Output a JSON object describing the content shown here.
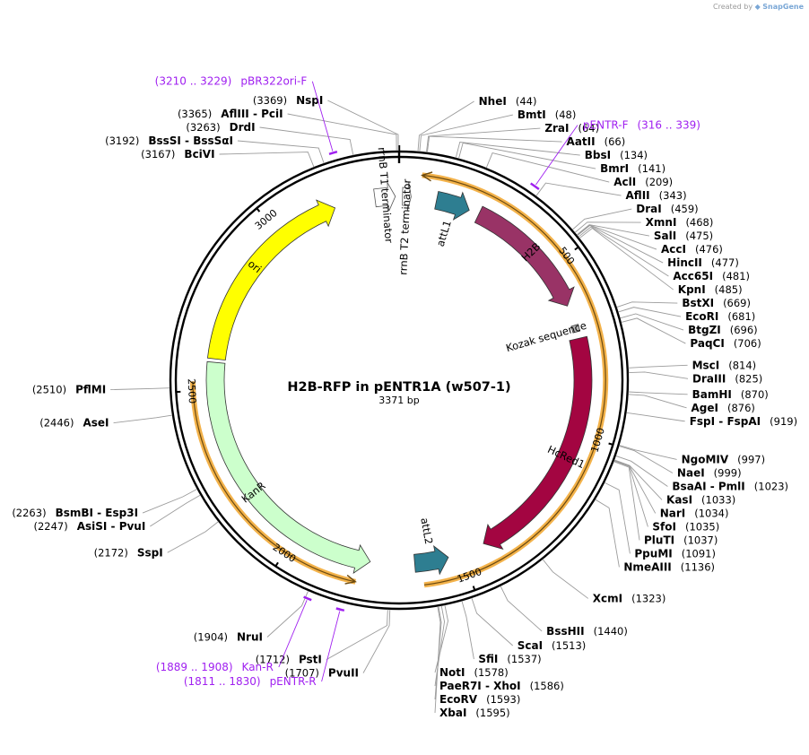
{
  "credit": {
    "prefix": "Created by",
    "brand": "SnapGene"
  },
  "plasmid": {
    "name": "H2B-RFP in pENTR1A (w507-1)",
    "length_label": "3371 bp",
    "length": 3371
  },
  "ticks": [
    {
      "label": "500",
      "pos": 500
    },
    {
      "label": "1000",
      "pos": 1000
    },
    {
      "label": "1500",
      "pos": 1500
    },
    {
      "label": "2000",
      "pos": 2000
    },
    {
      "label": "2500",
      "pos": 2500
    },
    {
      "label": "3000",
      "pos": 3000
    }
  ],
  "features": [
    {
      "name": "ori",
      "start": 2590,
      "end": 3180,
      "dir": "cw",
      "color": "#ffff00",
      "text_on_arrow": true,
      "text_color": "#000000"
    },
    {
      "name": "rrnB T1 terminator",
      "start": 3300,
      "end": 3360,
      "dir": "cw",
      "color": "#ffffff",
      "text_on_arrow": false
    },
    {
      "name": "rrnB T2 terminator",
      "start": 10,
      "end": 35,
      "dir": "cw",
      "color": "#ffffff",
      "text_on_arrow": false
    },
    {
      "name": "attL1",
      "start": 110,
      "end": 210,
      "dir": "cw",
      "color": "#2e7e91",
      "text_on_arrow": false
    },
    {
      "name": "H2B",
      "start": 240,
      "end": 620,
      "dir": "cw",
      "color": "#993366",
      "text_on_arrow": true,
      "text_color": "#ffffff"
    },
    {
      "name": "Kozak sequence",
      "start": 680,
      "end": 700,
      "dir": "none",
      "color": "#b4b4b4",
      "text_on_arrow": false
    },
    {
      "name": "HcRed1",
      "start": 720,
      "end": 1430,
      "dir": "cw",
      "color": "#a30541",
      "text_on_arrow": true,
      "text_color": "#ffffff"
    },
    {
      "name": "attL2",
      "start": 1540,
      "end": 1640,
      "dir": "ccw",
      "color": "#2e7e91",
      "text_on_arrow": false
    },
    {
      "name": "KanR",
      "start": 1770,
      "end": 2580,
      "dir": "ccw",
      "color": "#ccffcc",
      "text_on_arrow": true,
      "text_color": "#000000"
    }
  ],
  "orange_arcs": [
    {
      "start": 60,
      "end": 1620,
      "dir": "ccw"
    },
    {
      "start": 1800,
      "end": 2525,
      "dir": "ccw"
    }
  ],
  "sites": [
    {
      "name": "NspI",
      "pos_label": "(3369)",
      "pos": 3369
    },
    {
      "name": "AflIII  -  PciI",
      "pos_label": "(3365)",
      "pos": 3365
    },
    {
      "name": "DrdI",
      "pos_label": "(3263)",
      "pos": 3263
    },
    {
      "name": "BssSI  -  BssSαI",
      "pos_label": "(3192)",
      "pos": 3192
    },
    {
      "name": "BciVI",
      "pos_label": "(3167)",
      "pos": 3167
    },
    {
      "name": "NheI",
      "pos_label": "(44)",
      "pos": 44
    },
    {
      "name": "BmtI",
      "pos_label": "(48)",
      "pos": 48
    },
    {
      "name": "ZraI",
      "pos_label": "(64)",
      "pos": 64
    },
    {
      "name": "AatII",
      "pos_label": "(66)",
      "pos": 66
    },
    {
      "name": "BbsI",
      "pos_label": "(134)",
      "pos": 134
    },
    {
      "name": "BmrI",
      "pos_label": "(141)",
      "pos": 141
    },
    {
      "name": "AclI",
      "pos_label": "(209)",
      "pos": 209
    },
    {
      "name": "AflII",
      "pos_label": "(343)",
      "pos": 343
    },
    {
      "name": "DraI",
      "pos_label": "(459)",
      "pos": 459
    },
    {
      "name": "XmnI",
      "pos_label": "(468)",
      "pos": 468
    },
    {
      "name": "SalI",
      "pos_label": "(475)",
      "pos": 475
    },
    {
      "name": "AccI",
      "pos_label": "(476)",
      "pos": 476
    },
    {
      "name": "HincII",
      "pos_label": "(477)",
      "pos": 477
    },
    {
      "name": "Acc65I",
      "pos_label": "(481)",
      "pos": 481
    },
    {
      "name": "KpnI",
      "pos_label": "(485)",
      "pos": 485
    },
    {
      "name": "BstXI",
      "pos_label": "(669)",
      "pos": 669
    },
    {
      "name": "EcoRI",
      "pos_label": "(681)",
      "pos": 681
    },
    {
      "name": "BtgZI",
      "pos_label": "(696)",
      "pos": 696
    },
    {
      "name": "PaqCI",
      "pos_label": "(706)",
      "pos": 706
    },
    {
      "name": "MscI",
      "pos_label": "(814)",
      "pos": 814
    },
    {
      "name": "DraIII",
      "pos_label": "(825)",
      "pos": 825
    },
    {
      "name": "BamHI",
      "pos_label": "(870)",
      "pos": 870
    },
    {
      "name": "AgeI",
      "pos_label": "(876)",
      "pos": 876
    },
    {
      "name": "FspI  -  FspAI",
      "pos_label": "(919)",
      "pos": 919
    },
    {
      "name": "NgoMIV",
      "pos_label": "(997)",
      "pos": 997
    },
    {
      "name": "NaeI",
      "pos_label": "(999)",
      "pos": 999
    },
    {
      "name": "BsaAI  -  PmlI",
      "pos_label": "(1023)",
      "pos": 1023
    },
    {
      "name": "KasI",
      "pos_label": "(1033)",
      "pos": 1033
    },
    {
      "name": "NarI",
      "pos_label": "(1034)",
      "pos": 1034
    },
    {
      "name": "SfoI",
      "pos_label": "(1035)",
      "pos": 1035
    },
    {
      "name": "PluTI",
      "pos_label": "(1037)",
      "pos": 1037
    },
    {
      "name": "PpuMI",
      "pos_label": "(1091)",
      "pos": 1091
    },
    {
      "name": "NmeAIII",
      "pos_label": "(1136)",
      "pos": 1136
    },
    {
      "name": "XcmI",
      "pos_label": "(1323)",
      "pos": 1323
    },
    {
      "name": "BssHII",
      "pos_label": "(1440)",
      "pos": 1440
    },
    {
      "name": "ScaI",
      "pos_label": "(1513)",
      "pos": 1513
    },
    {
      "name": "SfiI",
      "pos_label": "(1537)",
      "pos": 1537
    },
    {
      "name": "NotI",
      "pos_label": "(1578)",
      "pos": 1578
    },
    {
      "name": "PaeR7I  -  XhoI",
      "pos_label": "(1586)",
      "pos": 1586
    },
    {
      "name": "EcoRV",
      "pos_label": "(1593)",
      "pos": 1593
    },
    {
      "name": "XbaI",
      "pos_label": "(1595)",
      "pos": 1595
    },
    {
      "name": "PstI",
      "pos_label": "(1712)",
      "pos": 1712
    },
    {
      "name": "PvuII",
      "pos_label": "(1707)",
      "pos": 1707
    },
    {
      "name": "NruI",
      "pos_label": "(1904)",
      "pos": 1904
    },
    {
      "name": "SspI",
      "pos_label": "(2172)",
      "pos": 2172
    },
    {
      "name": "AsiSI  -  PvuI",
      "pos_label": "(2247)",
      "pos": 2247
    },
    {
      "name": "BsmBI  -  Esp3I",
      "pos_label": "(2263)",
      "pos": 2263
    },
    {
      "name": "AseI",
      "pos_label": "(2446)",
      "pos": 2446
    },
    {
      "name": "PflMI",
      "pos_label": "(2510)",
      "pos": 2510
    }
  ],
  "primers": [
    {
      "name": "pBR322ori-F",
      "range_label": "(3210 .. 3229)",
      "start": 3210,
      "end": 3229
    },
    {
      "name": "pENTR-F",
      "range_label": "(316 .. 339)",
      "start": 316,
      "end": 339
    },
    {
      "name": "Kan-R",
      "range_label": "(1889 .. 1908)",
      "start": 1889,
      "end": 1908
    },
    {
      "name": "pENTR-R",
      "range_label": "(1811 .. 1830)",
      "start": 1811,
      "end": 1830
    }
  ]
}
